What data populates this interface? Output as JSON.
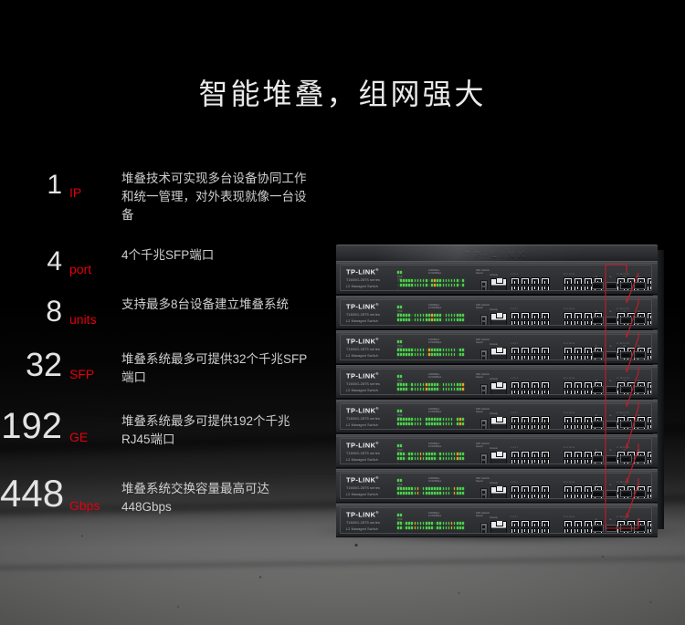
{
  "headline": "智能堆叠，组网强大",
  "specs": [
    {
      "number": "1",
      "unit": "IP",
      "desc": "堆叠技术可实现多台设备协同工作和统一管理，对外表现就像一台设备"
    },
    {
      "number": "4",
      "unit": "port",
      "desc": "4个千兆SFP端口"
    },
    {
      "number": "8",
      "unit": "units",
      "desc": "支持最多8台设备建立堆叠系统"
    },
    {
      "number": "32",
      "unit": "SFP",
      "desc": "堆叠系统最多可提供32个千兆SFP端口"
    },
    {
      "number": "192",
      "unit": "GE",
      "desc": "堆叠系统最多可提供192个千兆RJ45端口"
    },
    {
      "number": "448",
      "unit": "Gbps",
      "desc": "堆叠系统交换容量最高可达448Gbps"
    }
  ],
  "product": {
    "lid_logo": "TP-LINK",
    "brand": "TP-LINK",
    "model_line1": "T1600G-28TS series",
    "model_line2": "L2 Managed Switch",
    "unit_count": 8,
    "rj45_groups": 3,
    "rj45_per_group": 8,
    "rj45_total": 24,
    "sfp_ports": 4,
    "mgmt_label": "Console",
    "led_legend": [
      "PWR",
      "SYS",
      "Link/Act",
      "1000Mbps",
      "10/100Mbps",
      "SFP Link/Act",
      "Speed"
    ],
    "port_numbers": [
      "1",
      "3",
      "5",
      "7",
      "9",
      "11",
      "13",
      "15",
      "17",
      "19",
      "21",
      "23"
    ],
    "sfp_labels": [
      "25",
      "26",
      "27",
      "28"
    ]
  },
  "colors": {
    "accent_red": "#e3000f",
    "cable_red": "#c51d2c",
    "number_gray": "#e3e3e3",
    "desc_gray": "#cfcfcf",
    "headline": "#e9e9e9",
    "chassis_dark": "#2e3033",
    "led_green": "#4dd24d",
    "background_top": "#000000",
    "background_bottom": "#a9a9a7"
  }
}
